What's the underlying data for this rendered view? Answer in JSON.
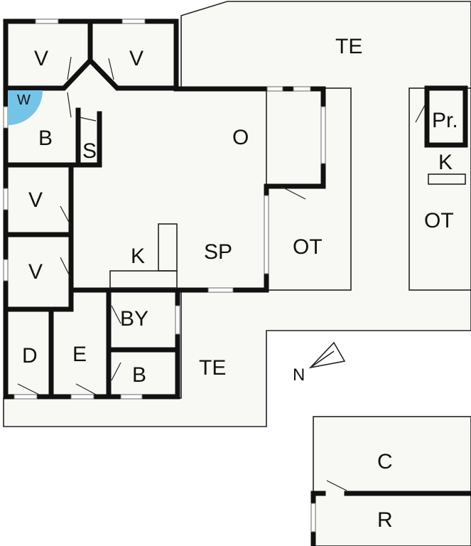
{
  "colors": {
    "background": "#ffffff",
    "floor": "#f8f8f5",
    "wall": "#111111",
    "accent": "#74c4e8"
  },
  "icons": {
    "north_arrow": "north-arrow-icon"
  },
  "labels": {
    "te_top": "TE",
    "v1": "V",
    "v2": "V",
    "w": "W",
    "b_top": "B",
    "s": "S",
    "o": "O",
    "pr": "Pr.",
    "k_right": "K",
    "ot_right": "OT",
    "v3": "V",
    "v4": "V",
    "k_mid": "K",
    "sp": "SP",
    "ot_mid": "OT",
    "by": "BY",
    "d": "D",
    "e": "E",
    "b_bottom": "B",
    "te_bottom": "TE",
    "n": "N",
    "c": "C",
    "r": "R"
  }
}
